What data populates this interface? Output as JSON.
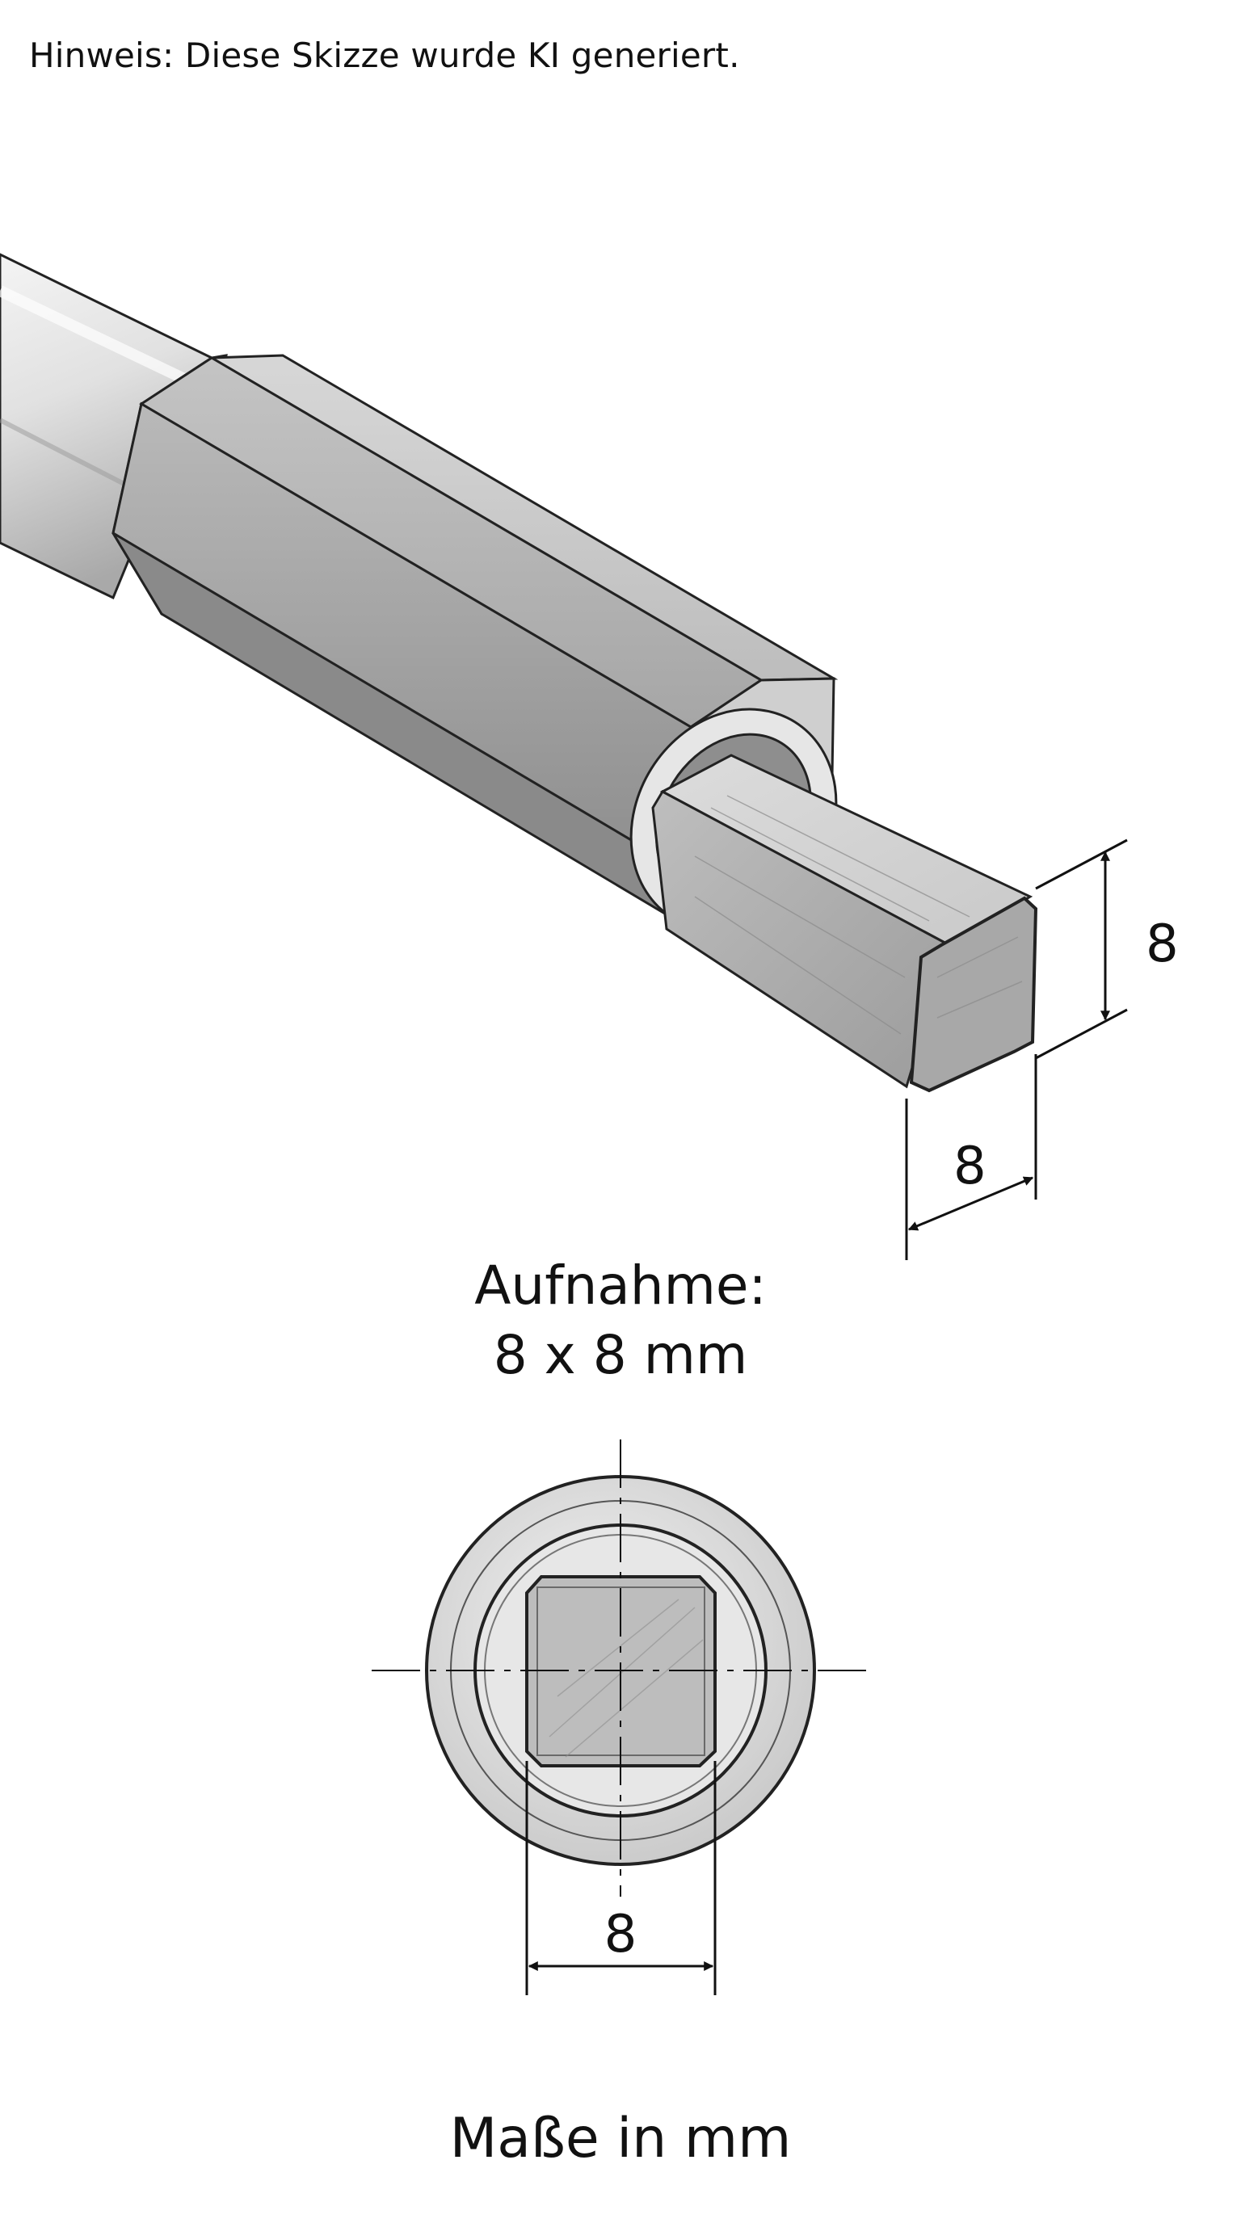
{
  "note": "Hinweis: Diese Skizze wurde KI generiert.",
  "caption": {
    "line1": "Aufnahme:",
    "line2": "8 x 8 mm"
  },
  "dimensions": {
    "height": "8",
    "width": "8",
    "front": "8"
  },
  "footer": "Maße in mm"
}
